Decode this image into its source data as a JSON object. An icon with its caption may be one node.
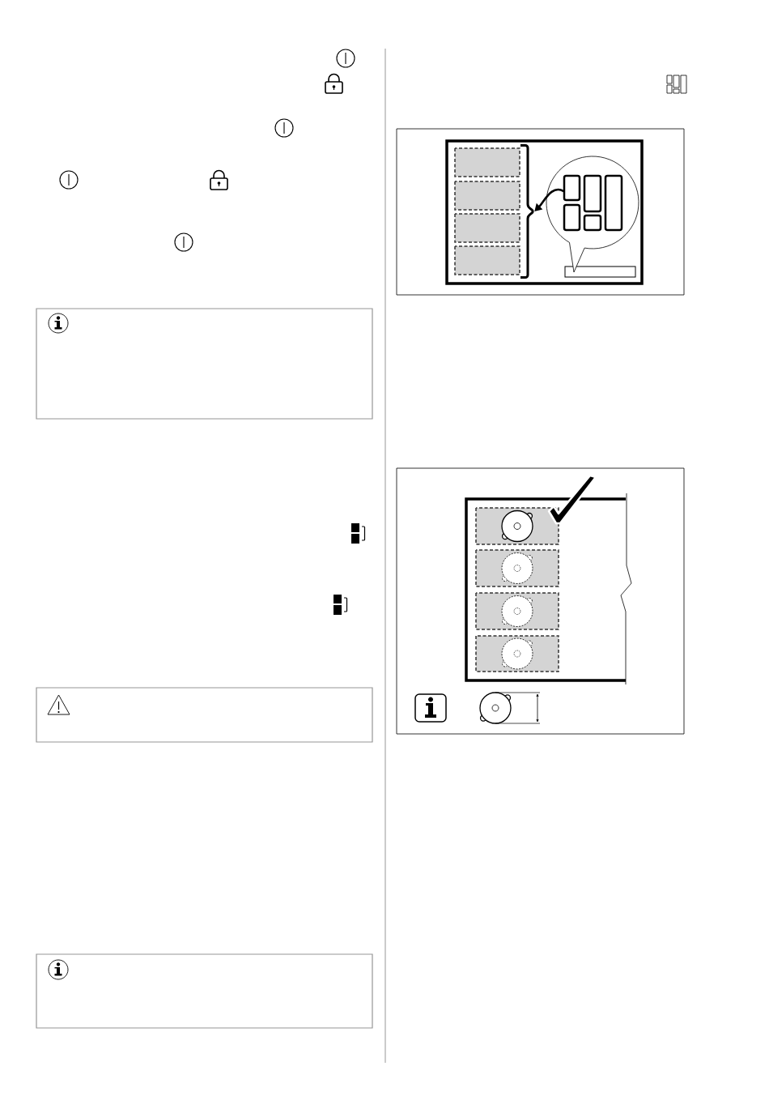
{
  "diagram": {
    "nodes": [
      {
        "text": [],
        "shape": "bracket"
      },
      {
        "text": [],
        "shape": "picture"
      }
    ],
    "edges": [
      {
        "from": 1,
        "to": 0,
        "arrow": "to"
      }
    ]
  }
}
